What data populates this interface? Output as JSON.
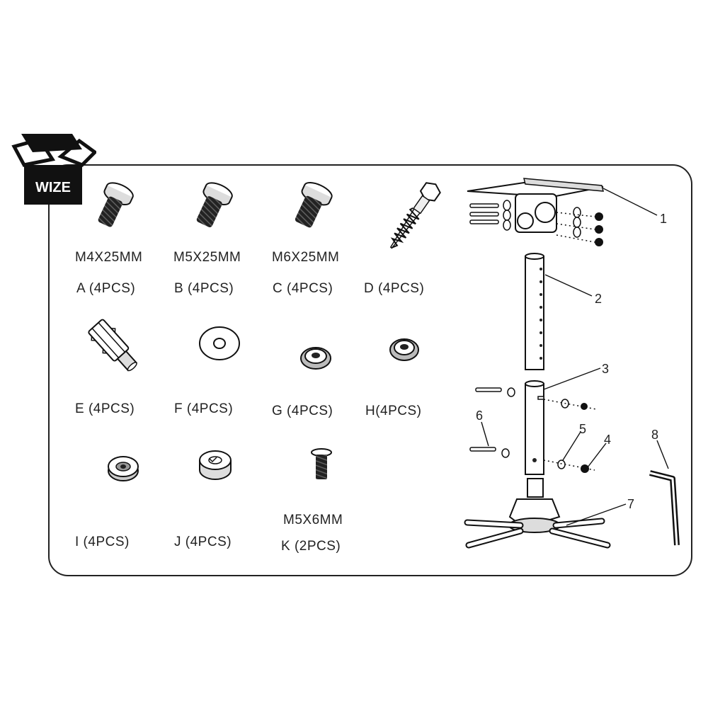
{
  "brand": "WIZE",
  "parts": [
    {
      "id": "A",
      "size": "M4X25MM",
      "label": "A (4PCS)"
    },
    {
      "id": "B",
      "size": "M5X25MM",
      "label": "B (4PCS)"
    },
    {
      "id": "C",
      "size": "M6X25MM",
      "label": "C (4PCS)"
    },
    {
      "id": "D",
      "size": "",
      "label": "D (4PCS)"
    },
    {
      "id": "E",
      "size": "",
      "label": "E (4PCS)"
    },
    {
      "id": "F",
      "size": "",
      "label": "F (4PCS)"
    },
    {
      "id": "G",
      "size": "",
      "label": "G (4PCS)"
    },
    {
      "id": "H",
      "size": "",
      "label": "H(4PCS)"
    },
    {
      "id": "I",
      "size": "",
      "label": "I (4PCS)"
    },
    {
      "id": "J",
      "size": "",
      "label": "J (4PCS)"
    },
    {
      "id": "K",
      "size": "M5X6MM",
      "label": "K (2PCS)"
    }
  ],
  "callouts": [
    "1",
    "2",
    "3",
    "4",
    "5",
    "6",
    "7",
    "8"
  ]
}
